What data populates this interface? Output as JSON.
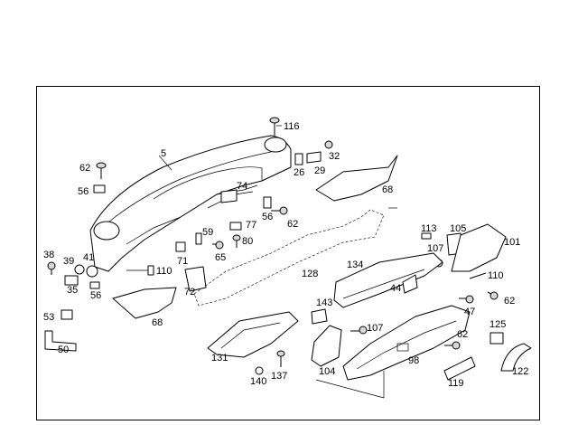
{
  "diagram": {
    "labels": {
      "l116": "116",
      "l5": "5",
      "l26": "26",
      "l29": "29",
      "l32": "32",
      "l62a": "62",
      "l56a": "56",
      "l68a": "68",
      "l74": "74",
      "l56b": "56",
      "l62b": "62",
      "l77": "77",
      "l80": "80",
      "l59": "59",
      "l65": "65",
      "l71": "71",
      "l113": "113",
      "l105": "105",
      "l107a": "107",
      "l101": "101",
      "l38": "38",
      "l39": "39",
      "l41": "41",
      "l110a": "110",
      "l128": "128",
      "l134": "134",
      "l35": "35",
      "l56c": "56",
      "l72": "72",
      "l110b": "110",
      "l44": "44",
      "l62c": "62",
      "l47": "47",
      "l143": "143",
      "l53": "53",
      "l68b": "68",
      "l107b": "107",
      "l125": "125",
      "l50": "50",
      "l131": "131",
      "l62d": "62",
      "l104": "104",
      "l98": "98",
      "l137": "137",
      "l140": "140",
      "l119": "119",
      "l122": "122"
    }
  }
}
